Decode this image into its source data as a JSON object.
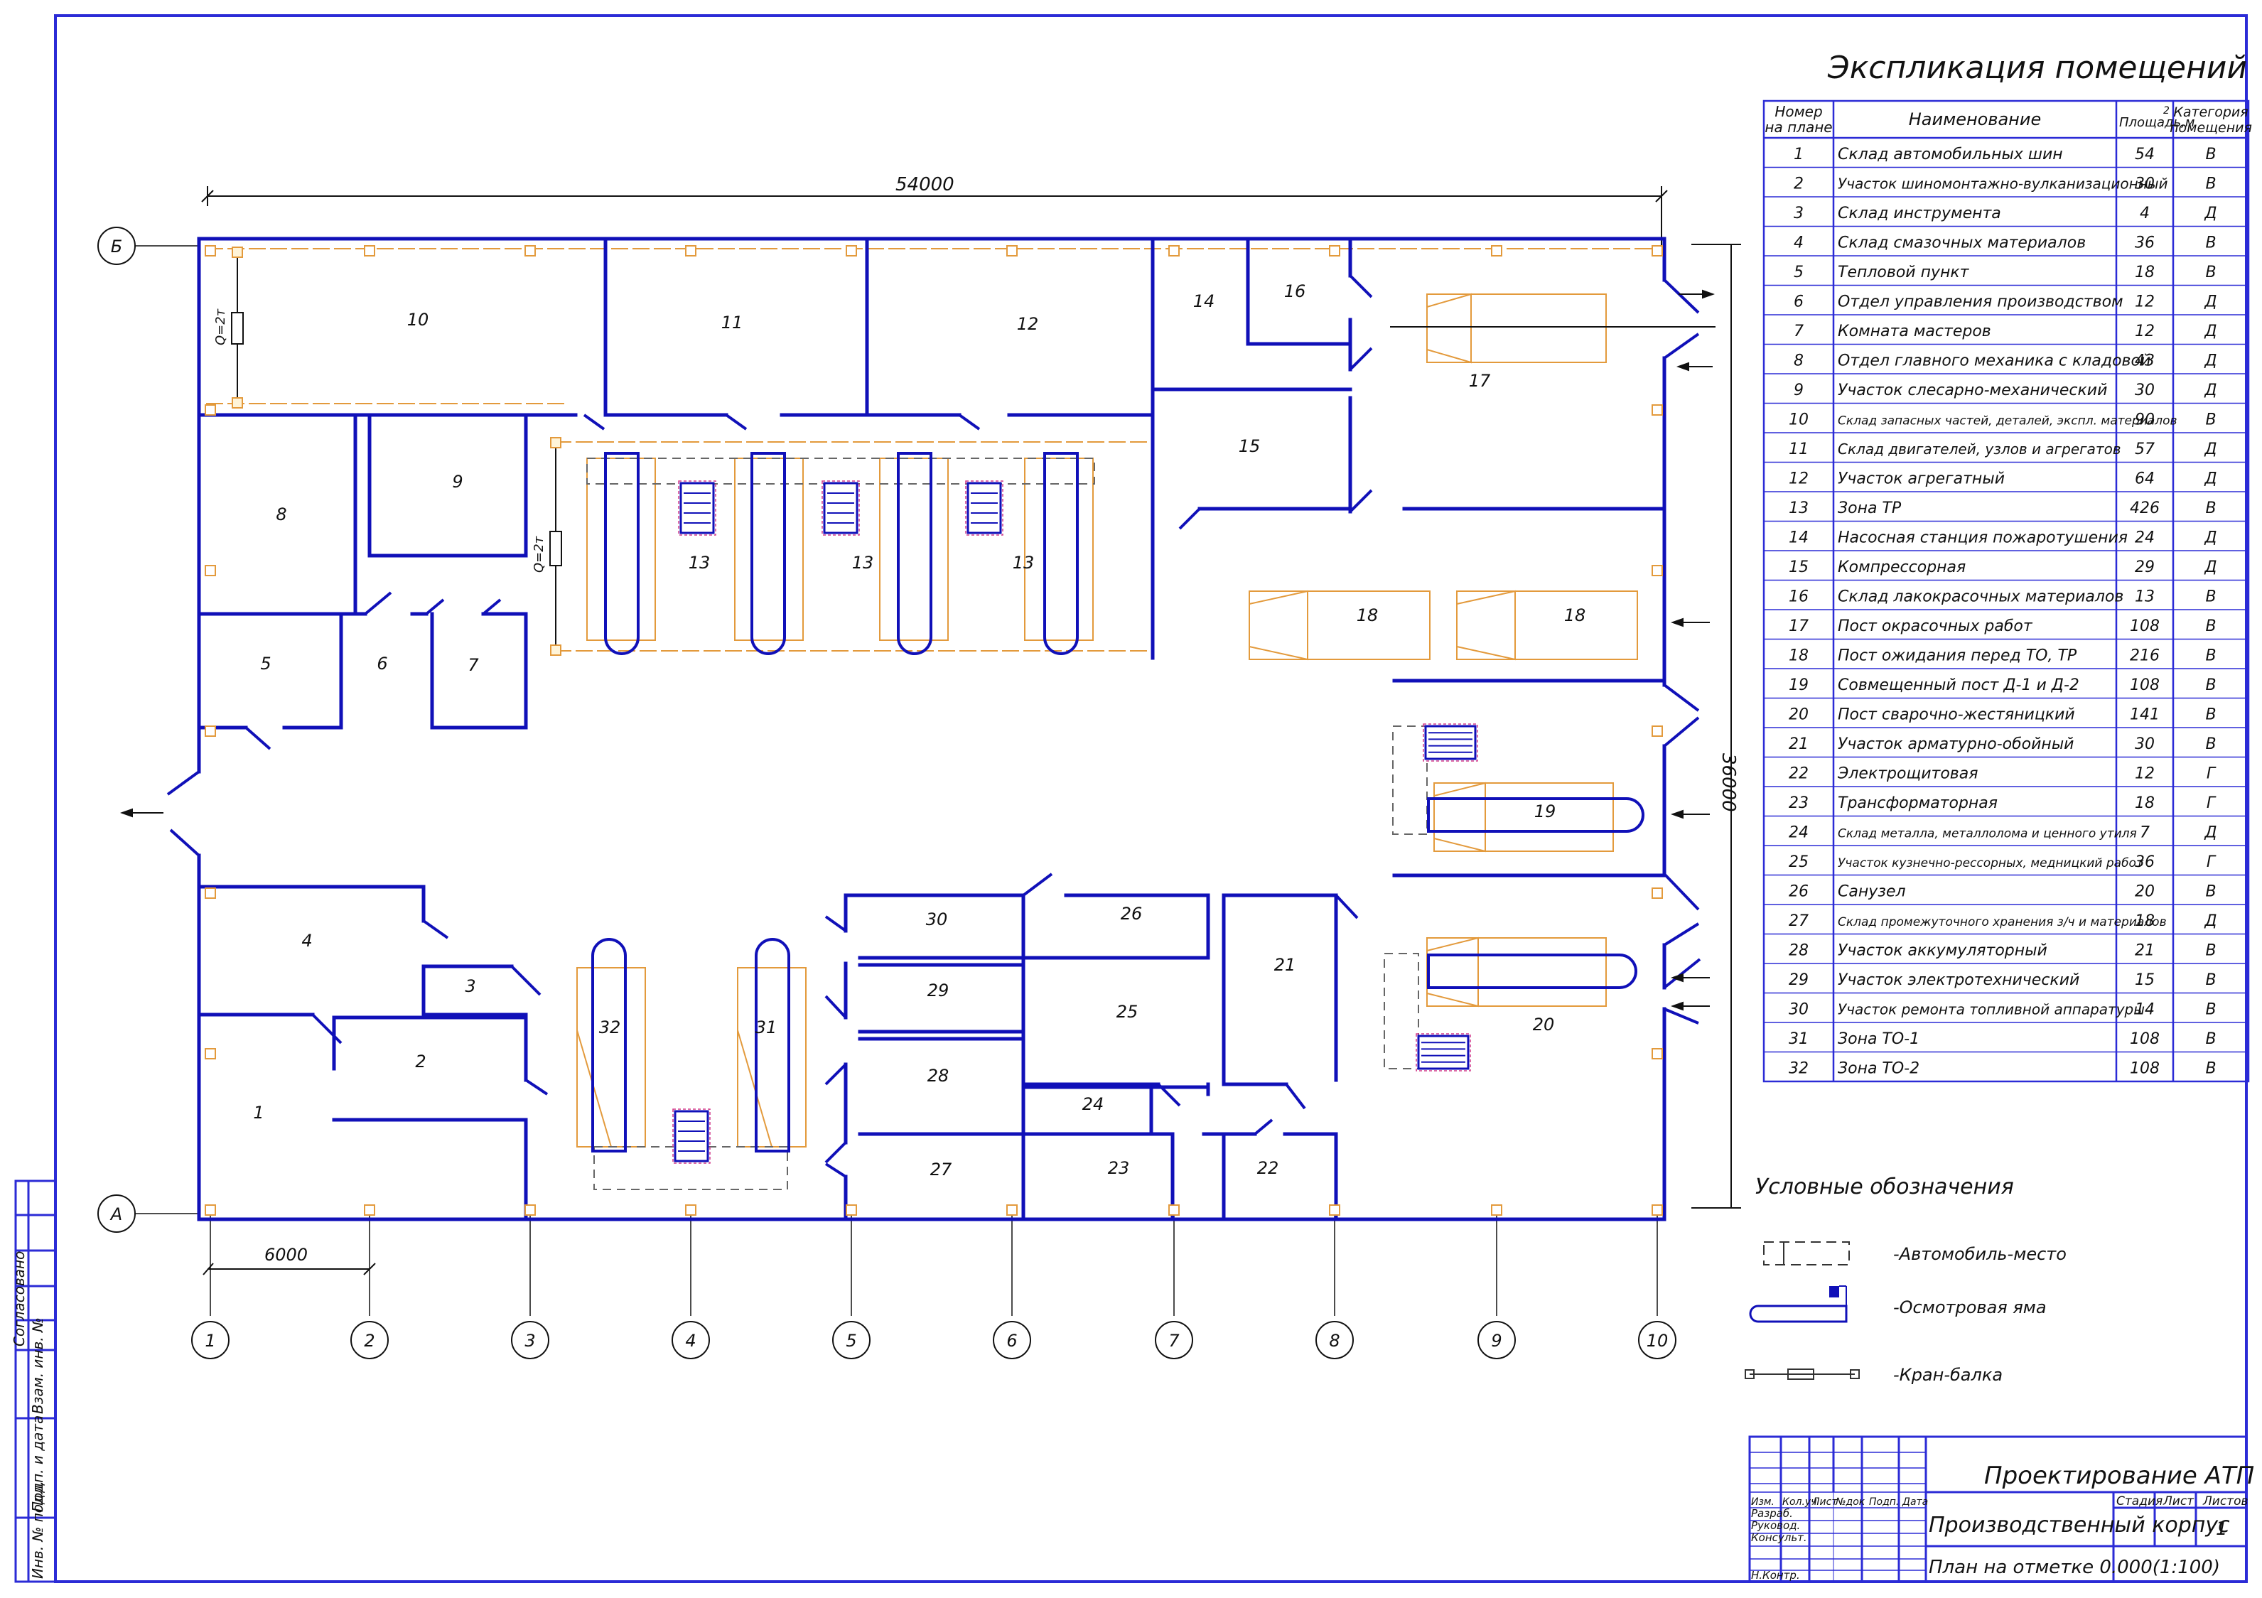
{
  "colors": {
    "frame": "#2b2bd6",
    "wall": "#1010b8",
    "text": "#111111",
    "equip": "#e39a3c",
    "pink": "#d23c8c",
    "gray": "#666666"
  },
  "plan": {
    "overall_width": "54000",
    "overall_depth": "36000",
    "bay_dim": "6000",
    "row_axes": [
      "Б",
      "А"
    ],
    "col_axes": [
      "1",
      "2",
      "3",
      "4",
      "5",
      "6",
      "7",
      "8",
      "9",
      "10"
    ],
    "room_numbers": [
      "10",
      "11",
      "12",
      "14",
      "16",
      "17",
      "8",
      "9",
      "15",
      "13",
      "13",
      "13",
      "18",
      "18",
      "5",
      "6",
      "7",
      "19",
      "4",
      "3",
      "30",
      "26",
      "21",
      "29",
      "25",
      "20",
      "2",
      "1",
      "32",
      "31",
      "28",
      "24",
      "27",
      "23",
      "22"
    ],
    "crane_labels": [
      "Q=2т",
      "Q=2т"
    ]
  },
  "explication": {
    "title": "Экспликация помещений",
    "headers": {
      "num_line1": "Номер",
      "num_line2": "на плане",
      "name": "Наименование",
      "area": "Площадь,м",
      "area_sup": "2",
      "cat_line1": "Категория",
      "cat_line2": "помещения"
    },
    "rows": [
      {
        "n": "1",
        "name": "Склад автомобильных шин",
        "area": "54",
        "cat": "В"
      },
      {
        "n": "2",
        "name": "Участок шиномонтажно-вулканизационный",
        "area": "30",
        "cat": "В"
      },
      {
        "n": "3",
        "name": "Склад инструмента",
        "area": "4",
        "cat": "Д"
      },
      {
        "n": "4",
        "name": "Склад смазочных материалов",
        "area": "36",
        "cat": "В"
      },
      {
        "n": "5",
        "name": "Тепловой пункт",
        "area": "18",
        "cat": "В"
      },
      {
        "n": "6",
        "name": "Отдел управления производством",
        "area": "12",
        "cat": "Д"
      },
      {
        "n": "7",
        "name": "Комната мастеров",
        "area": "12",
        "cat": "Д"
      },
      {
        "n": "8",
        "name": "Отдел главного механика с кладовой",
        "area": "43",
        "cat": "Д"
      },
      {
        "n": "9",
        "name": "Участок слесарно-механический",
        "area": "30",
        "cat": "Д"
      },
      {
        "n": "10",
        "name": "Склад запасных частей, деталей, экспл. материалов",
        "area": "90",
        "cat": "В"
      },
      {
        "n": "11",
        "name": "Склад двигателей, узлов и агрегатов",
        "area": "57",
        "cat": "Д"
      },
      {
        "n": "12",
        "name": "Участок агрегатный",
        "area": "64",
        "cat": "Д"
      },
      {
        "n": "13",
        "name": "Зона ТР",
        "area": "426",
        "cat": "В"
      },
      {
        "n": "14",
        "name": "Насосная станция пожаротушения",
        "area": "24",
        "cat": "Д"
      },
      {
        "n": "15",
        "name": "Компрессорная",
        "area": "29",
        "cat": "Д"
      },
      {
        "n": "16",
        "name": "Склад лакокрасочных материалов",
        "area": "13",
        "cat": "В"
      },
      {
        "n": "17",
        "name": "Пост окрасочных работ",
        "area": "108",
        "cat": "В"
      },
      {
        "n": "18",
        "name": "Пост ожидания перед ТО, ТР",
        "area": "216",
        "cat": "В"
      },
      {
        "n": "19",
        "name": "Совмещенный пост Д-1 и Д-2",
        "area": "108",
        "cat": "В"
      },
      {
        "n": "20",
        "name": "Пост сварочно-жестяницкий",
        "area": "141",
        "cat": "В"
      },
      {
        "n": "21",
        "name": "Участок арматурно-обойный",
        "area": "30",
        "cat": "В"
      },
      {
        "n": "22",
        "name": "Электрощитовая",
        "area": "12",
        "cat": "Г"
      },
      {
        "n": "23",
        "name": "Трансформаторная",
        "area": "18",
        "cat": "Г"
      },
      {
        "n": "24",
        "name": "Склад металла, металлолома и ценного утиля",
        "area": "7",
        "cat": "Д"
      },
      {
        "n": "25",
        "name": "Участок кузнечно-рессорных, медницкий работ",
        "area": "36",
        "cat": "Г"
      },
      {
        "n": "26",
        "name": "Санузел",
        "area": "20",
        "cat": "В"
      },
      {
        "n": "27",
        "name": "Склад промежуточного хранения з/ч и материалов",
        "area": "18",
        "cat": "Д"
      },
      {
        "n": "28",
        "name": "Участок аккумуляторный",
        "area": "21",
        "cat": "В"
      },
      {
        "n": "29",
        "name": "Участок электротехнический",
        "area": "15",
        "cat": "В"
      },
      {
        "n": "30",
        "name": "Участок ремонта топливной аппаратуры",
        "area": "14",
        "cat": "В"
      },
      {
        "n": "31",
        "name": "Зона ТО-1",
        "area": "108",
        "cat": "В"
      },
      {
        "n": "32",
        "name": "Зона ТО-2",
        "area": "108",
        "cat": "В"
      }
    ]
  },
  "legend": {
    "title": "Условные обозначения",
    "items": [
      "-Автомобиль-место",
      "-Осмотровая яма",
      "-Кран-балка"
    ]
  },
  "title_block": {
    "project": "Проектирование АТП",
    "building": "Производственный корпус",
    "sheet_title": "План на отметке 0.000(1:100)",
    "col_headers": [
      "Изм.",
      "Кол.уч",
      "Лист",
      "№док",
      "Подп.",
      "Дата"
    ],
    "roles": [
      "Разраб.",
      "Руковод.",
      "Консульт.",
      "",
      "",
      "Н.Контр."
    ],
    "stage_label": "Стадия",
    "sheet_label": "Лист",
    "sheets_label": "Листов",
    "sheets_value": "1"
  },
  "side_stamp": [
    "Согласовано",
    "Взам. инв. №",
    "Подп. и дата",
    "Инв. № подл."
  ]
}
